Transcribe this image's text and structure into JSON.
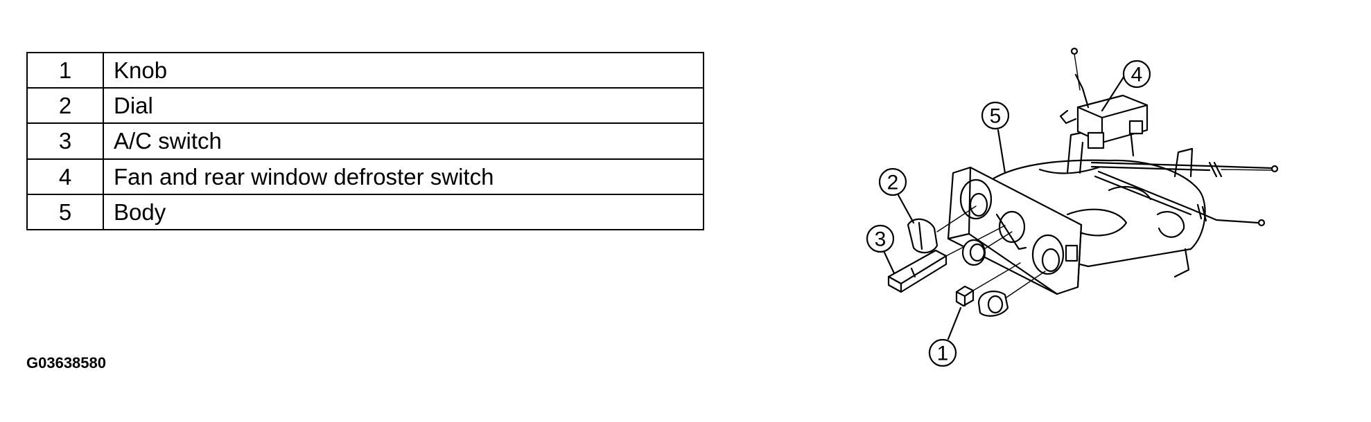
{
  "legend": {
    "rows": [
      {
        "num": "1",
        "label": "Knob"
      },
      {
        "num": "2",
        "label": "Dial"
      },
      {
        "num": "3",
        "label": "A/C switch"
      },
      {
        "num": "4",
        "label": "Fan and rear window defroster switch"
      },
      {
        "num": "5",
        "label": "Body"
      }
    ]
  },
  "figure_id": "G03638580",
  "callouts": [
    "1",
    "2",
    "3",
    "4",
    "5"
  ]
}
